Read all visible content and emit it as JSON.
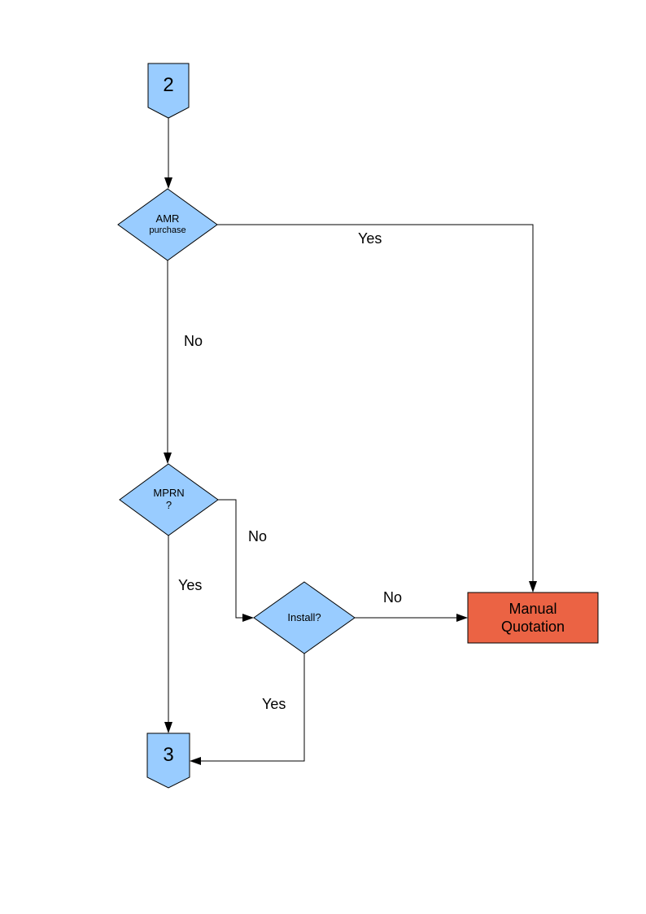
{
  "page": {
    "background": "#ffffff"
  },
  "colors": {
    "shape_fill": "#99ccff",
    "shape_border": "#000000",
    "alert_fill": "#eb6344",
    "line": "#000000"
  },
  "flowchart": {
    "nodes": {
      "connector_in": {
        "type": "off-page-connector",
        "label": "2"
      },
      "amr": {
        "type": "decision",
        "line1": "AMR",
        "line2": "purchase"
      },
      "mprn": {
        "type": "decision",
        "line1": "MPRN",
        "line2": "?"
      },
      "install": {
        "type": "decision",
        "label": "Install?"
      },
      "manual_quotation": {
        "type": "process",
        "line1": "Manual",
        "line2": "Quotation"
      },
      "connector_out": {
        "type": "off-page-connector",
        "label": "3"
      }
    },
    "edges": {
      "amr_yes_label": "Yes",
      "amr_no_label": "No",
      "mprn_no_label": "No",
      "mprn_yes_label": "Yes",
      "install_no_label": "No",
      "install_yes_label": "Yes"
    }
  }
}
